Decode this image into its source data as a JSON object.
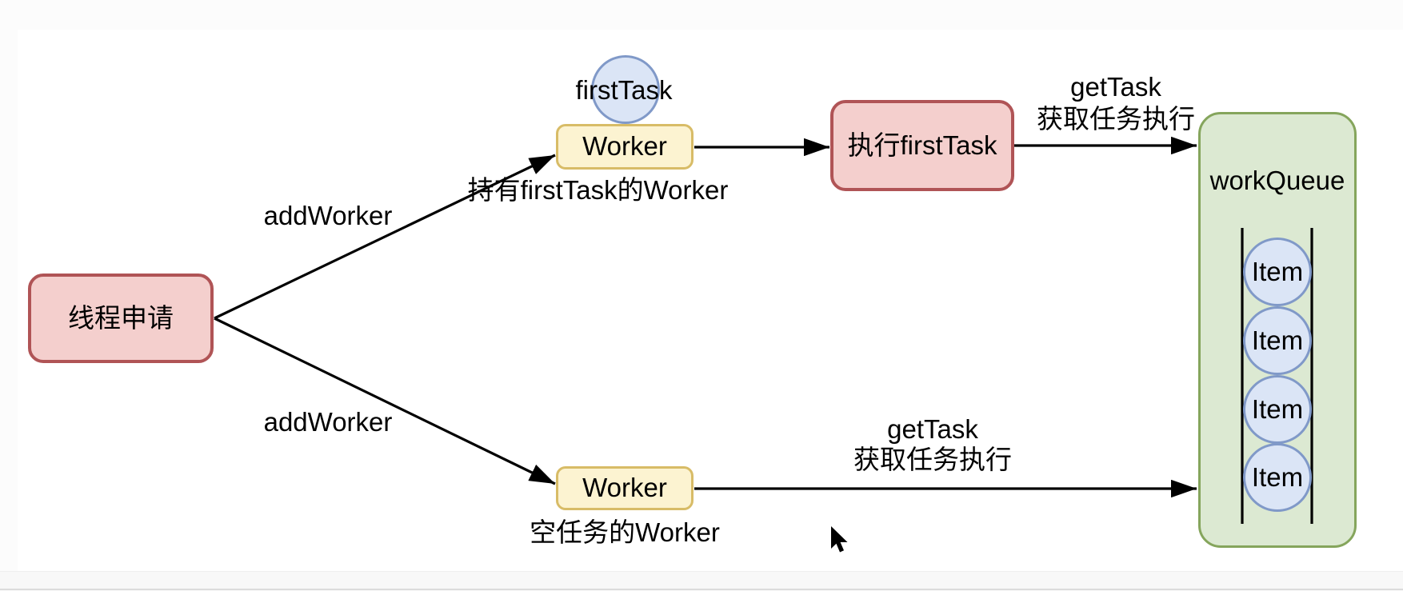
{
  "nodes": {
    "thread_request": "线程申请",
    "worker_top": "Worker",
    "worker_top_caption": "持有firstTask的Worker",
    "first_task": "firstTask",
    "execute_first_task": "执行firstTask",
    "worker_bottom": "Worker",
    "worker_bottom_caption": "空任务的Worker",
    "work_queue": "workQueue"
  },
  "queue": {
    "items": [
      "Item",
      "Item",
      "Item",
      "Item"
    ]
  },
  "edges": {
    "add_worker_top": "addWorker",
    "add_worker_bottom": "addWorker",
    "get_task_top_line1": "getTask",
    "get_task_top_line2": "获取任务执行",
    "get_task_bottom_line1": "getTask",
    "get_task_bottom_line2": "获取任务执行"
  },
  "colors": {
    "red_fill": "#f4cfcd",
    "red_stroke": "#b05456",
    "yellow_fill": "#fcf3d1",
    "yellow_stroke": "#d8bc67",
    "blue_fill": "#dbe5f6",
    "blue_stroke": "#8099c8",
    "green_fill": "#dce9d2",
    "green_stroke": "#85a55c",
    "arrow_line": "#000000"
  }
}
